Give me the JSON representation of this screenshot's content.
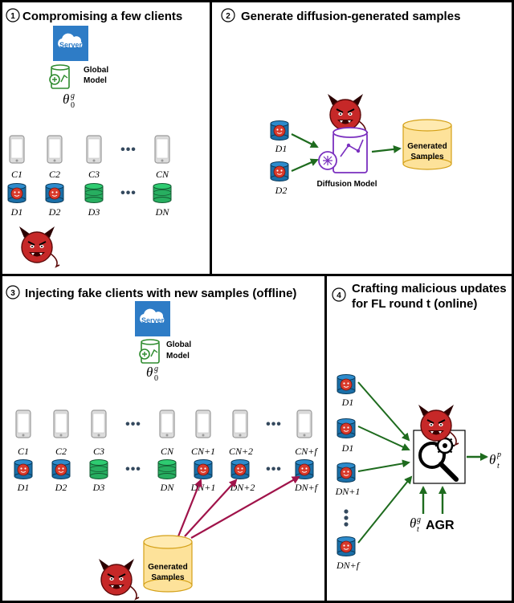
{
  "panel1": {
    "number": "1",
    "title": "Compromising a few clients",
    "server_label": "Server",
    "model_label_1": "Global",
    "model_label_2": "Model",
    "theta": "θ",
    "theta_sup": "g",
    "theta_sub": "0",
    "clients": [
      "C1",
      "C2",
      "C3",
      "CN"
    ],
    "datasets": [
      "D1",
      "D2",
      "D3",
      "DN"
    ],
    "ellipsis": "•••"
  },
  "panel2": {
    "number": "2",
    "title": "Generate diffusion-generated samples",
    "d1": "D1",
    "d2": "D2",
    "diffusion_label": "Diffusion Model",
    "generated_1": "Generated",
    "generated_2": "Samples"
  },
  "panel3": {
    "number": "3",
    "title": "Injecting fake clients with new samples (offline)",
    "server_label": "Server",
    "model_label_1": "Global",
    "model_label_2": "Model",
    "theta": "θ",
    "theta_sup": "g",
    "theta_sub": "0",
    "clients": [
      "C1",
      "C2",
      "C3",
      "CN",
      "CN+1",
      "CN+2",
      "CN+f"
    ],
    "datasets": [
      "D1",
      "D2",
      "D3",
      "DN",
      "DN+1",
      "DN+2",
      "DN+f"
    ],
    "generated_1": "Generated",
    "generated_2": "Samples",
    "ellipsis": "•••"
  },
  "panel4": {
    "number": "4",
    "title_1": "Crafting malicious updates",
    "title_2": "for FL round t (online)",
    "datasets": [
      "D1",
      "D1",
      "DN+1",
      "DN+f"
    ],
    "theta_in": "θ",
    "theta_in_sup": "g",
    "theta_in_sub": "t",
    "agr": "AGR",
    "theta_out": "θ",
    "theta_out_sup": "p",
    "theta_out_sub": "t",
    "ellipsis": "•••"
  },
  "colors": {
    "server_blue": "#2e7cc6",
    "model_green": "#2e8b2e",
    "phone_gray": "#b5b5b5",
    "db_blue": "#1f77b4",
    "db_green": "#27ae60",
    "devil_red": "#c0392b",
    "arrow_green": "#1e6b1e",
    "arrow_crimson": "#a0134a",
    "generated_fill": "#fde29a",
    "diffusion_purple": "#7a2fbf"
  }
}
